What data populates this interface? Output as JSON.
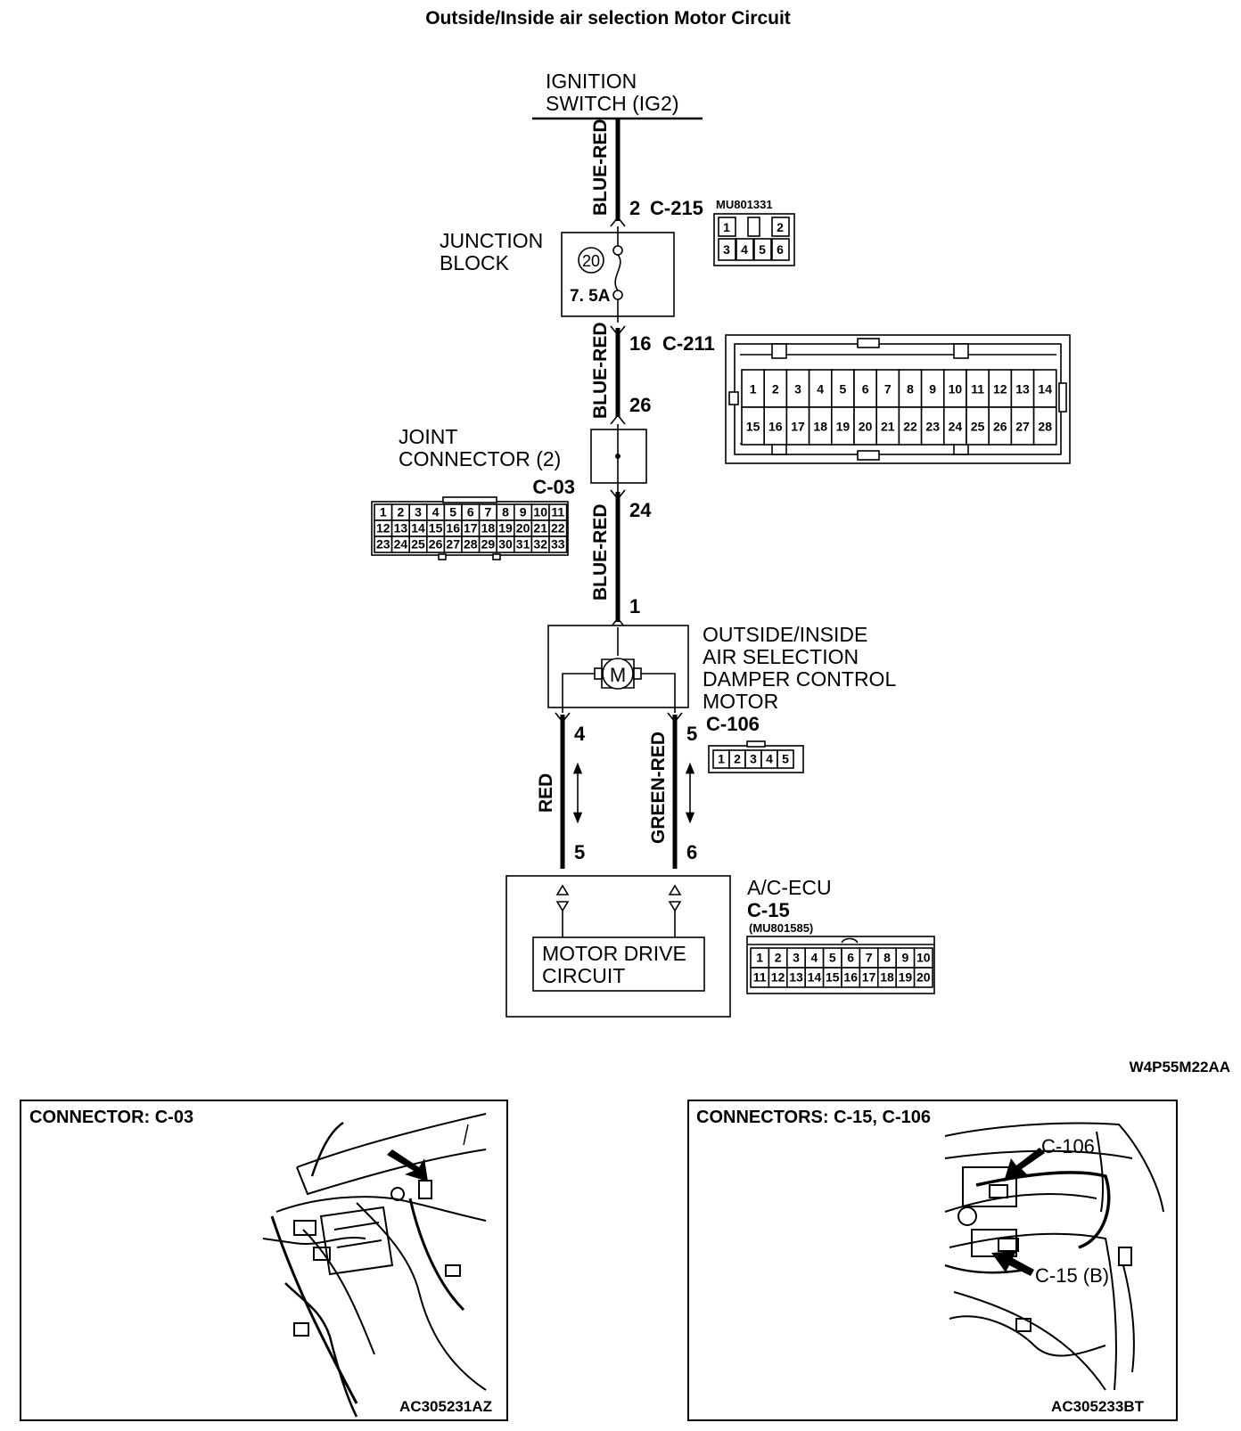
{
  "title": "Outside/Inside air selection Motor Circuit",
  "ignition_switch": {
    "line1": "IGNITION",
    "line2": "SWITCH (IG2)"
  },
  "wires": {
    "top": "BLUE-RED",
    "middle": "BLUE-RED",
    "lower": "BLUE-RED",
    "left_bottom": "RED",
    "right_bottom": "GREEN-RED"
  },
  "c215": {
    "pin": "2",
    "label": "C-215",
    "part": "MU801331",
    "pins_top": [
      "1",
      "",
      "2"
    ],
    "pins_bottom": [
      "3",
      "4",
      "5",
      "6"
    ]
  },
  "junction_block": {
    "line1": "JUNCTION",
    "line2": "BLOCK",
    "fuse_no": "20",
    "fuse_rating": "7. 5A"
  },
  "c211": {
    "pin_in": "16",
    "label": "C-211",
    "pin_out": "26",
    "row1": [
      "1",
      "2",
      "3",
      "4",
      "5",
      "6",
      "7",
      "8",
      "9",
      "10",
      "11",
      "12",
      "13",
      "14"
    ],
    "row2": [
      "15",
      "16",
      "17",
      "18",
      "19",
      "20",
      "21",
      "22",
      "23",
      "24",
      "25",
      "26",
      "27",
      "28"
    ]
  },
  "joint_connector": {
    "line1": "JOINT",
    "line2": "CONNECTOR (2)",
    "label": "C-03",
    "pin_out": "24",
    "row1": [
      "1",
      "2",
      "3",
      "4",
      "5",
      "6",
      "7",
      "8",
      "9",
      "10",
      "11"
    ],
    "row2": [
      "12",
      "13",
      "14",
      "15",
      "16",
      "17",
      "18",
      "19",
      "20",
      "21",
      "22"
    ],
    "row3": [
      "23",
      "24",
      "25",
      "26",
      "27",
      "28",
      "29",
      "30",
      "31",
      "32",
      "33"
    ]
  },
  "motor": {
    "pin_in": "1",
    "symbol": "M",
    "line1": "OUTSIDE/INSIDE",
    "line2": "AIR SELECTION",
    "line3": "DAMPER CONTROL",
    "line4": "MOTOR",
    "label": "C-106",
    "pin_left": "4",
    "pin_right": "5",
    "pins": [
      "1",
      "2",
      "3",
      "4",
      "5"
    ]
  },
  "ecu": {
    "line1": "A/C-ECU",
    "label": "C-15",
    "part": "(MU801585)",
    "pin_left": "5",
    "pin_right": "6",
    "circuit_line1": "MOTOR DRIVE",
    "circuit_line2": "CIRCUIT",
    "row1": [
      "1",
      "2",
      "3",
      "4",
      "5",
      "6",
      "7",
      "8",
      "9",
      "10"
    ],
    "row2": [
      "11",
      "12",
      "13",
      "14",
      "15",
      "16",
      "17",
      "18",
      "19",
      "20"
    ]
  },
  "figure_code": "W4P55M22AA",
  "panel_left": {
    "title": "CONNECTOR: C-03",
    "code": "AC305231AZ"
  },
  "panel_right": {
    "title": "CONNECTORS: C-15, C-106",
    "label_a": "C-106",
    "label_b": "C-15 (B)",
    "code": "AC305233BT"
  }
}
